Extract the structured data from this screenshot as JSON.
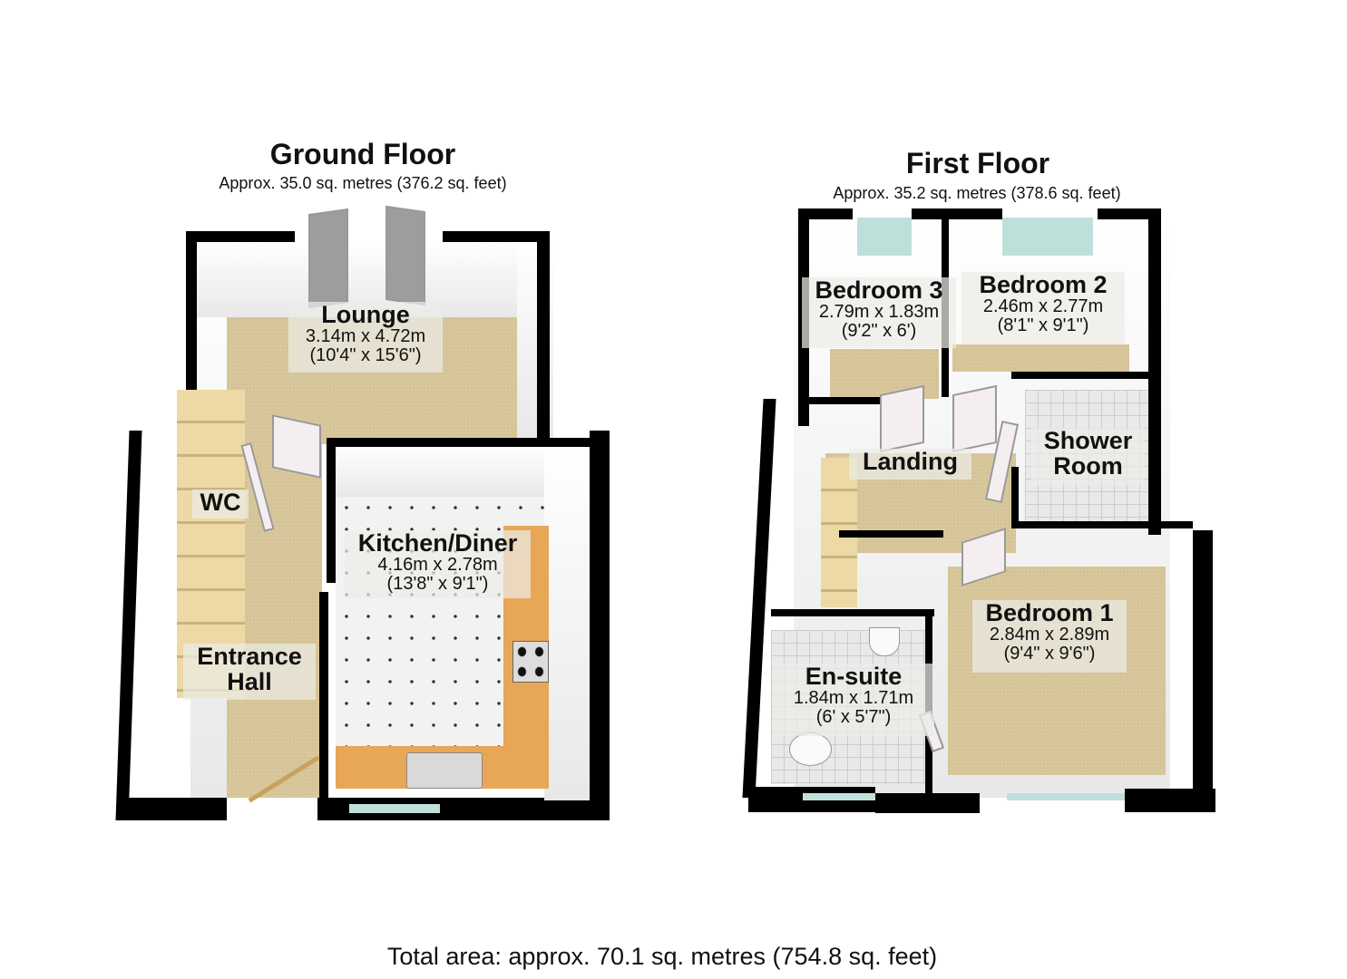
{
  "ground_floor": {
    "title": "Ground Floor",
    "area": "Approx. 35.0 sq. metres (376.2 sq. feet)",
    "rooms": [
      {
        "name": "Lounge",
        "metric": "3.14m x 4.72m",
        "imperial": "(10'4\" x 15'6\")"
      },
      {
        "name": "Kitchen/Diner",
        "metric": "4.16m x 2.78m",
        "imperial": "(13'8\" x 9'1\")"
      },
      {
        "name": "WC"
      },
      {
        "name": "Entrance Hall",
        "line1": "Entrance",
        "line2": "Hall"
      }
    ]
  },
  "first_floor": {
    "title": "First Floor",
    "area": "Approx. 35.2 sq. metres (378.6 sq. feet)",
    "rooms": [
      {
        "name": "Bedroom 3",
        "metric": "2.79m x 1.83m",
        "imperial": "(9'2\" x 6')"
      },
      {
        "name": "Bedroom 2",
        "metric": "2.46m x 2.77m",
        "imperial": "(8'1\" x 9'1\")"
      },
      {
        "name": "Landing"
      },
      {
        "name": "Shower Room",
        "line1": "Shower",
        "line2": "Room"
      },
      {
        "name": "Bedroom 1",
        "metric": "2.84m x 2.89m",
        "imperial": "(9'4\" x 9'6\")"
      },
      {
        "name": "En-suite",
        "metric": "1.84m x 1.71m",
        "imperial": "(6' x 5'7\")"
      }
    ]
  },
  "total_area": "Total area: approx. 70.1 sq. metres (754.8 sq. feet)",
  "colors": {
    "wall": "#000000",
    "carpet": "#d8c79a",
    "worktop": "#e8a657",
    "window_glass": "#bfe0da",
    "tile_floor": "#f2f2f2"
  }
}
